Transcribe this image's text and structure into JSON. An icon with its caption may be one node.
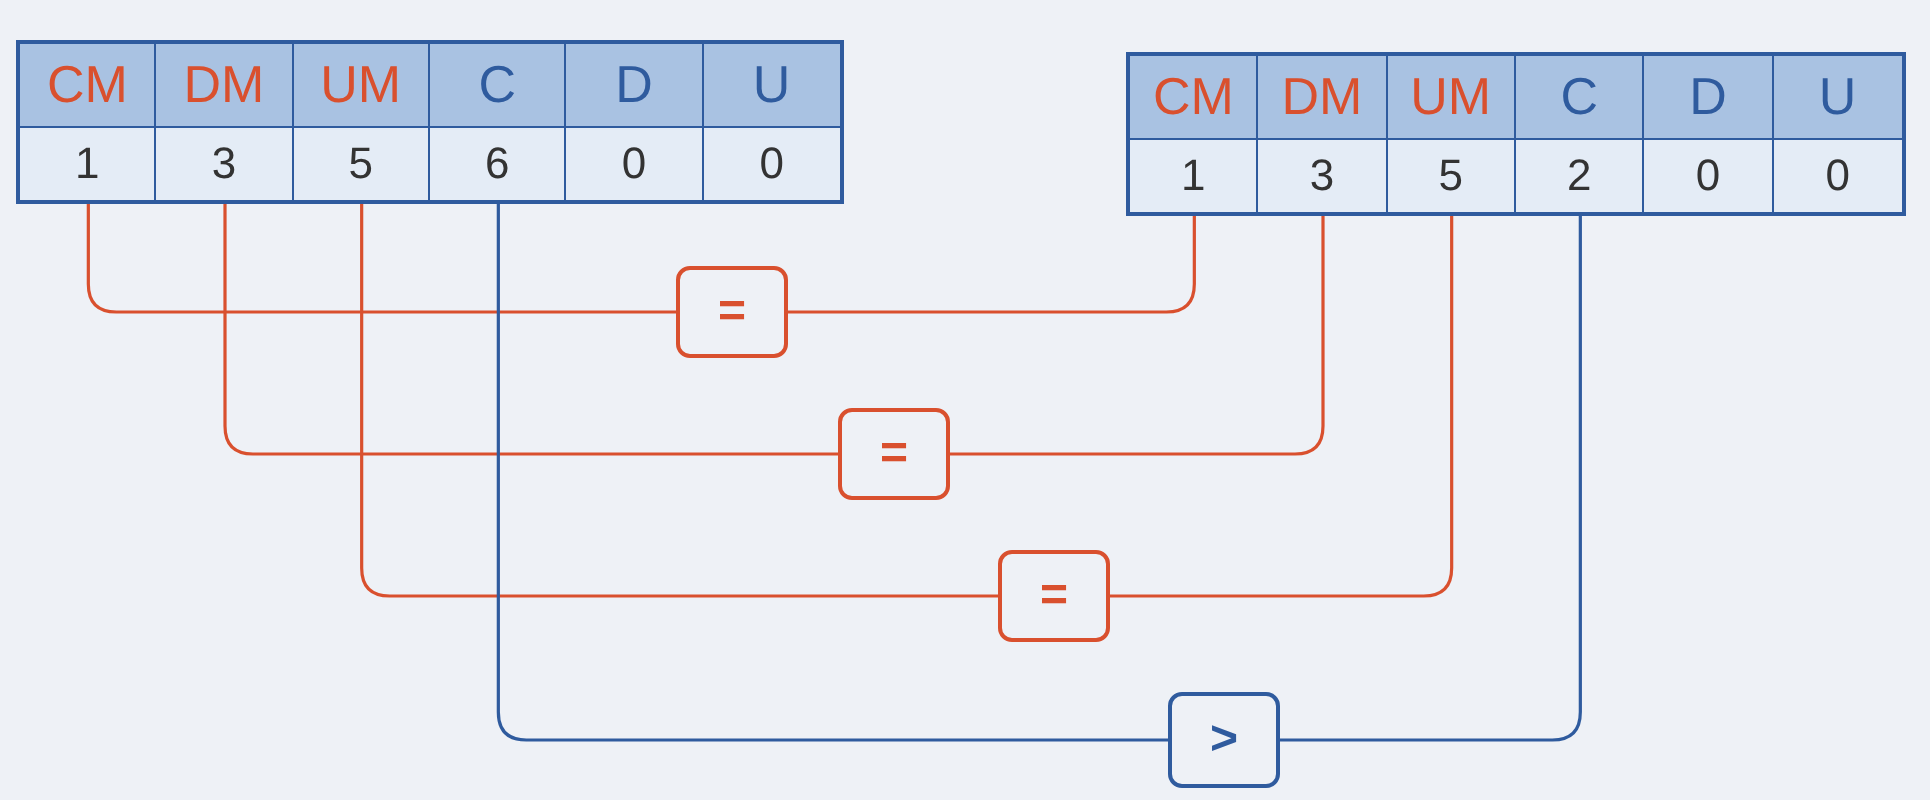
{
  "diagram": {
    "nodes": [
      {
        "text": [],
        "shape": "box"
      },
      {
        "text": [
          "CM"
        ],
        "in": 0
      },
      {
        "text": [
          "DM"
        ],
        "in": 0
      },
      {
        "text": [
          "UM"
        ],
        "in": 0
      },
      {
        "text": [
          "C"
        ],
        "in": 0
      },
      {
        "text": [
          "D"
        ],
        "in": 0
      },
      {
        "text": [
          "U"
        ],
        "in": 0
      },
      {
        "text": [
          "1"
        ],
        "in": 0
      },
      {
        "text": [
          "3"
        ],
        "in": 0
      },
      {
        "text": [
          "5"
        ],
        "in": 0
      },
      {
        "text": [
          "6"
        ],
        "in": 0
      },
      {
        "text": [
          "0"
        ],
        "in": 0
      },
      {
        "text": [
          "0"
        ],
        "in": 0
      },
      {
        "text": [],
        "shape": "box"
      },
      {
        "text": [
          "CM"
        ],
        "in": 13
      },
      {
        "text": [
          "DM"
        ],
        "in": 13
      },
      {
        "text": [
          "UM"
        ],
        "in": 13
      },
      {
        "text": [
          "C"
        ],
        "in": 13
      },
      {
        "text": [
          "D"
        ],
        "in": 13
      },
      {
        "text": [
          "U"
        ],
        "in": 13
      },
      {
        "text": [
          "1"
        ],
        "in": 13
      },
      {
        "text": [
          "3"
        ],
        "in": 13
      },
      {
        "text": [
          "5"
        ],
        "in": 13
      },
      {
        "text": [
          "2"
        ],
        "in": 13
      },
      {
        "text": [
          "0"
        ],
        "in": 13
      },
      {
        "text": [
          "0"
        ],
        "in": 13
      },
      {
        "text": [
          "="
        ]
      },
      {
        "text": [
          "="
        ]
      },
      {
        "text": [
          "="
        ]
      },
      {
        "text": [
          ">"
        ]
      }
    ],
    "edges": [
      {
        "from": 7,
        "to": 26,
        "arrow": "none"
      },
      {
        "from": 26,
        "to": 20,
        "arrow": "none"
      },
      {
        "from": 8,
        "to": 27,
        "arrow": "none"
      },
      {
        "from": 27,
        "to": 21,
        "arrow": "none"
      },
      {
        "from": 9,
        "to": 28,
        "arrow": "none"
      },
      {
        "from": 28,
        "to": 22,
        "arrow": "none"
      },
      {
        "from": 10,
        "to": 29,
        "arrow": "none",
        "color": "#2f5b9e"
      },
      {
        "from": 29,
        "to": 23,
        "arrow": "none",
        "color": "#2f5b9e"
      }
    ]
  }
}
